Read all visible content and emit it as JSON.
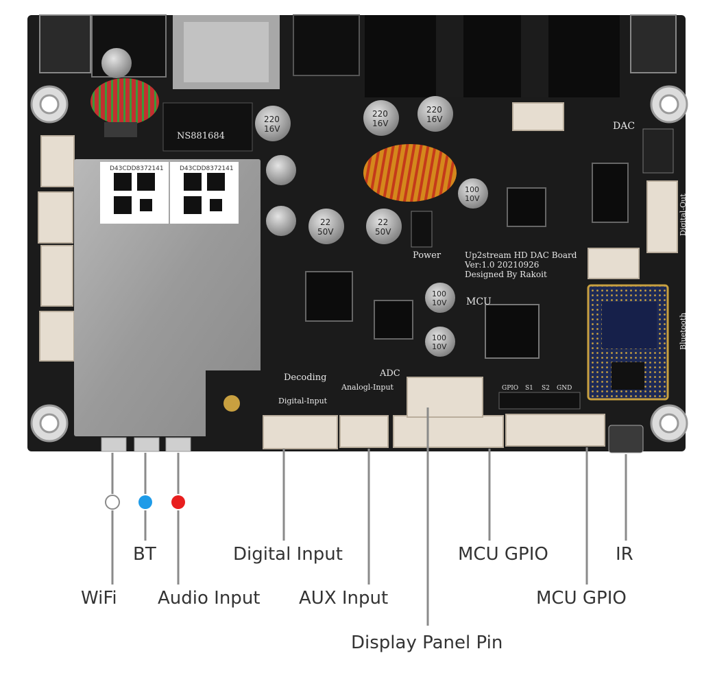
{
  "colors": {
    "board": "#1b1b1b",
    "leader_line": "#8a8a8a",
    "label_text": "#333333",
    "led_wifi": "#ffffff",
    "led_bt": "#1e9be8",
    "led_audio": "#e81e1e"
  },
  "board": {
    "title_line1": "Up2stream HD DAC Board",
    "title_line2": "Ver:1.0  20210926",
    "title_line3": "Designed By Rakoit",
    "silk_dac": "DAC",
    "silk_power": "Power",
    "silk_mcu": "MCU",
    "silk_adc": "ADC",
    "silk_decoding": "Decoding",
    "silk_digital_input": "Digital-Input",
    "silk_analog_input": "Analogl-Input",
    "silk_digital_out": "Digital-Out",
    "silk_bluetooth": "Bluetooth",
    "silk_gpio": "GPIO",
    "silk_s1": "S1",
    "silk_s2": "S2",
    "silk_gnd": "GND",
    "module_serial": "D43CDD8372141",
    "transformer_text": "NS881684",
    "cap_220_a": "220",
    "cap_220_b": "16V",
    "cap_100_a": "100",
    "cap_100_b": "10V",
    "cap_22_a": "22",
    "cap_22_b": "50V"
  },
  "labels": {
    "wifi": "WiFi",
    "bt": "BT",
    "audio_input": "Audio Input",
    "digital_input": "Digital Input",
    "aux_input": "AUX Input",
    "display_panel_pin": "Display Panel Pin",
    "mcu_gpio_1": "MCU GPIO",
    "mcu_gpio_2": "MCU GPIO",
    "ir": "IR"
  }
}
